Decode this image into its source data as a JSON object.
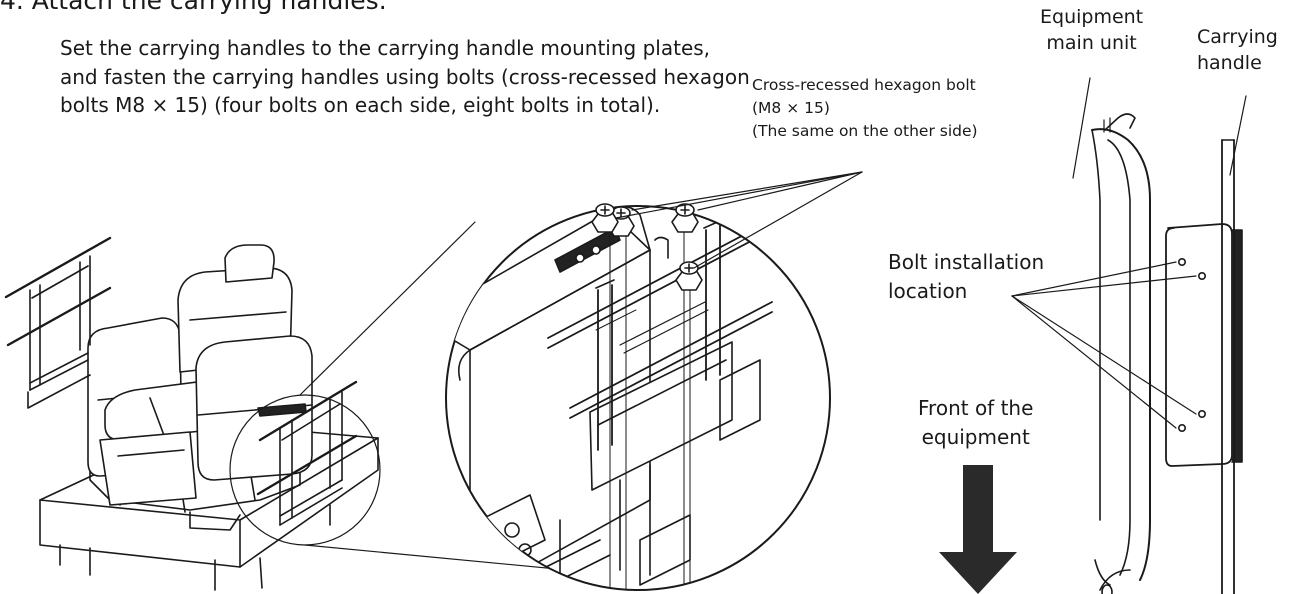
{
  "heading": "4. Attach the carrying handles.",
  "instruction": "Set the carrying handles to the carrying handle mounting plates, and fasten the carrying handles using bolts (cross-recessed hexagon bolts M8 × 15) (four bolts on each side, eight bolts in total).",
  "callouts": {
    "bolt_name": "Cross-recessed hexagon bolt",
    "bolt_size": "(M8 × 15)",
    "bolt_note": "(The same on the other side)",
    "main_unit_line1": "Equipment",
    "main_unit_line2": "main unit",
    "handle_line1": "Carrying",
    "handle_line2": "handle",
    "install_line1": "Bolt installation",
    "install_line2": "location",
    "front_line1": "Front of the",
    "front_line2": "equipment"
  },
  "colors": {
    "ink": "#1a1a1a",
    "paper": "#ffffff",
    "arrow": "#2a2a2a"
  }
}
